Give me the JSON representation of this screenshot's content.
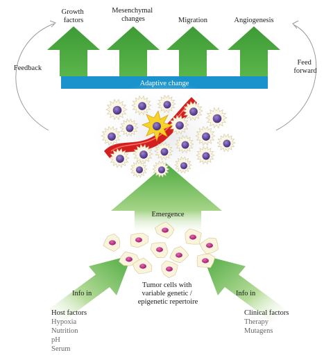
{
  "outputs": [
    {
      "label_lines": [
        "Growth",
        "factors"
      ]
    },
    {
      "label_lines": [
        "Mesenchymal",
        "changes"
      ]
    },
    {
      "label_lines": [
        "Migration"
      ]
    },
    {
      "label_lines": [
        "Angiogenesis"
      ]
    }
  ],
  "adaptive_bar": {
    "label": "Adaptive change",
    "color": "#1a93cc"
  },
  "feedback": {
    "label": "Feedback"
  },
  "feed_forward": {
    "label_lines": [
      "Feed",
      "forward"
    ]
  },
  "emergence": {
    "label": "Emergence"
  },
  "tumor_cells": {
    "label_lines": [
      "Tumor cells with",
      "variable genetic /",
      "epigenetic repertoire"
    ]
  },
  "info_in_left": {
    "label": "Info in"
  },
  "info_in_right": {
    "label": "Info in"
  },
  "host_factors": {
    "title": "Host factors",
    "items": [
      "Hypoxia",
      "Nutrition",
      "pH",
      "Serum"
    ]
  },
  "clinical_factors": {
    "title": "Clinical factors",
    "items": [
      "Therapy",
      "Mutagens"
    ]
  },
  "colors": {
    "arrow_green": "#4daa3f",
    "arrow_light": "#e8f4e0",
    "cell_purple": "#6b4fa0",
    "cell_pink": "#c2378c",
    "vessel_red": "#d41f1f"
  }
}
